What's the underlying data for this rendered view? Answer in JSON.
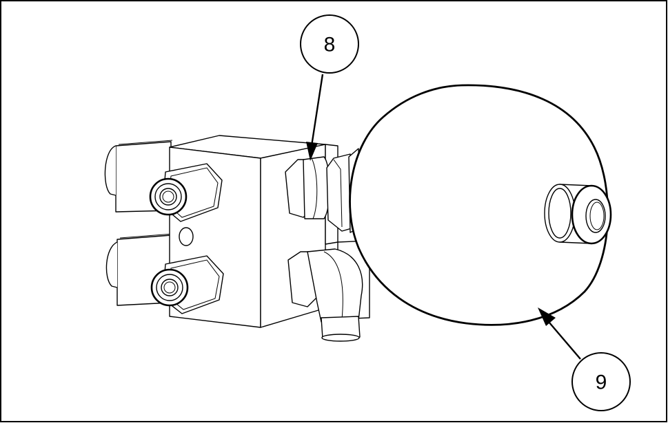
{
  "figure": {
    "callouts": [
      {
        "id": "8",
        "label": "8"
      },
      {
        "id": "9",
        "label": "9"
      }
    ],
    "colors": {
      "line": "#000000",
      "background": "#ffffff"
    }
  }
}
